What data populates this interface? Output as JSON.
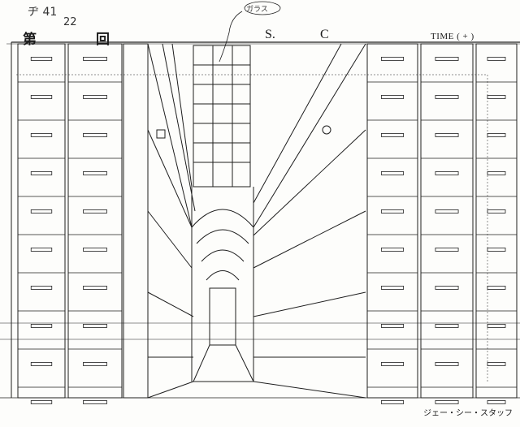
{
  "header": {
    "episode_label": "第",
    "episode_suffix": "回",
    "scene_label": "S.",
    "cut_label": "C",
    "time_label": "TIME (   +   )"
  },
  "annotations": {
    "note_line1": "ヂ 41",
    "note_line2": "22",
    "callout": "ガラス"
  },
  "footer": {
    "studio": "ジェー・シー・スタッフ"
  },
  "colors": {
    "paper": "#fdfdfb",
    "ink": "#1a1a1a"
  }
}
